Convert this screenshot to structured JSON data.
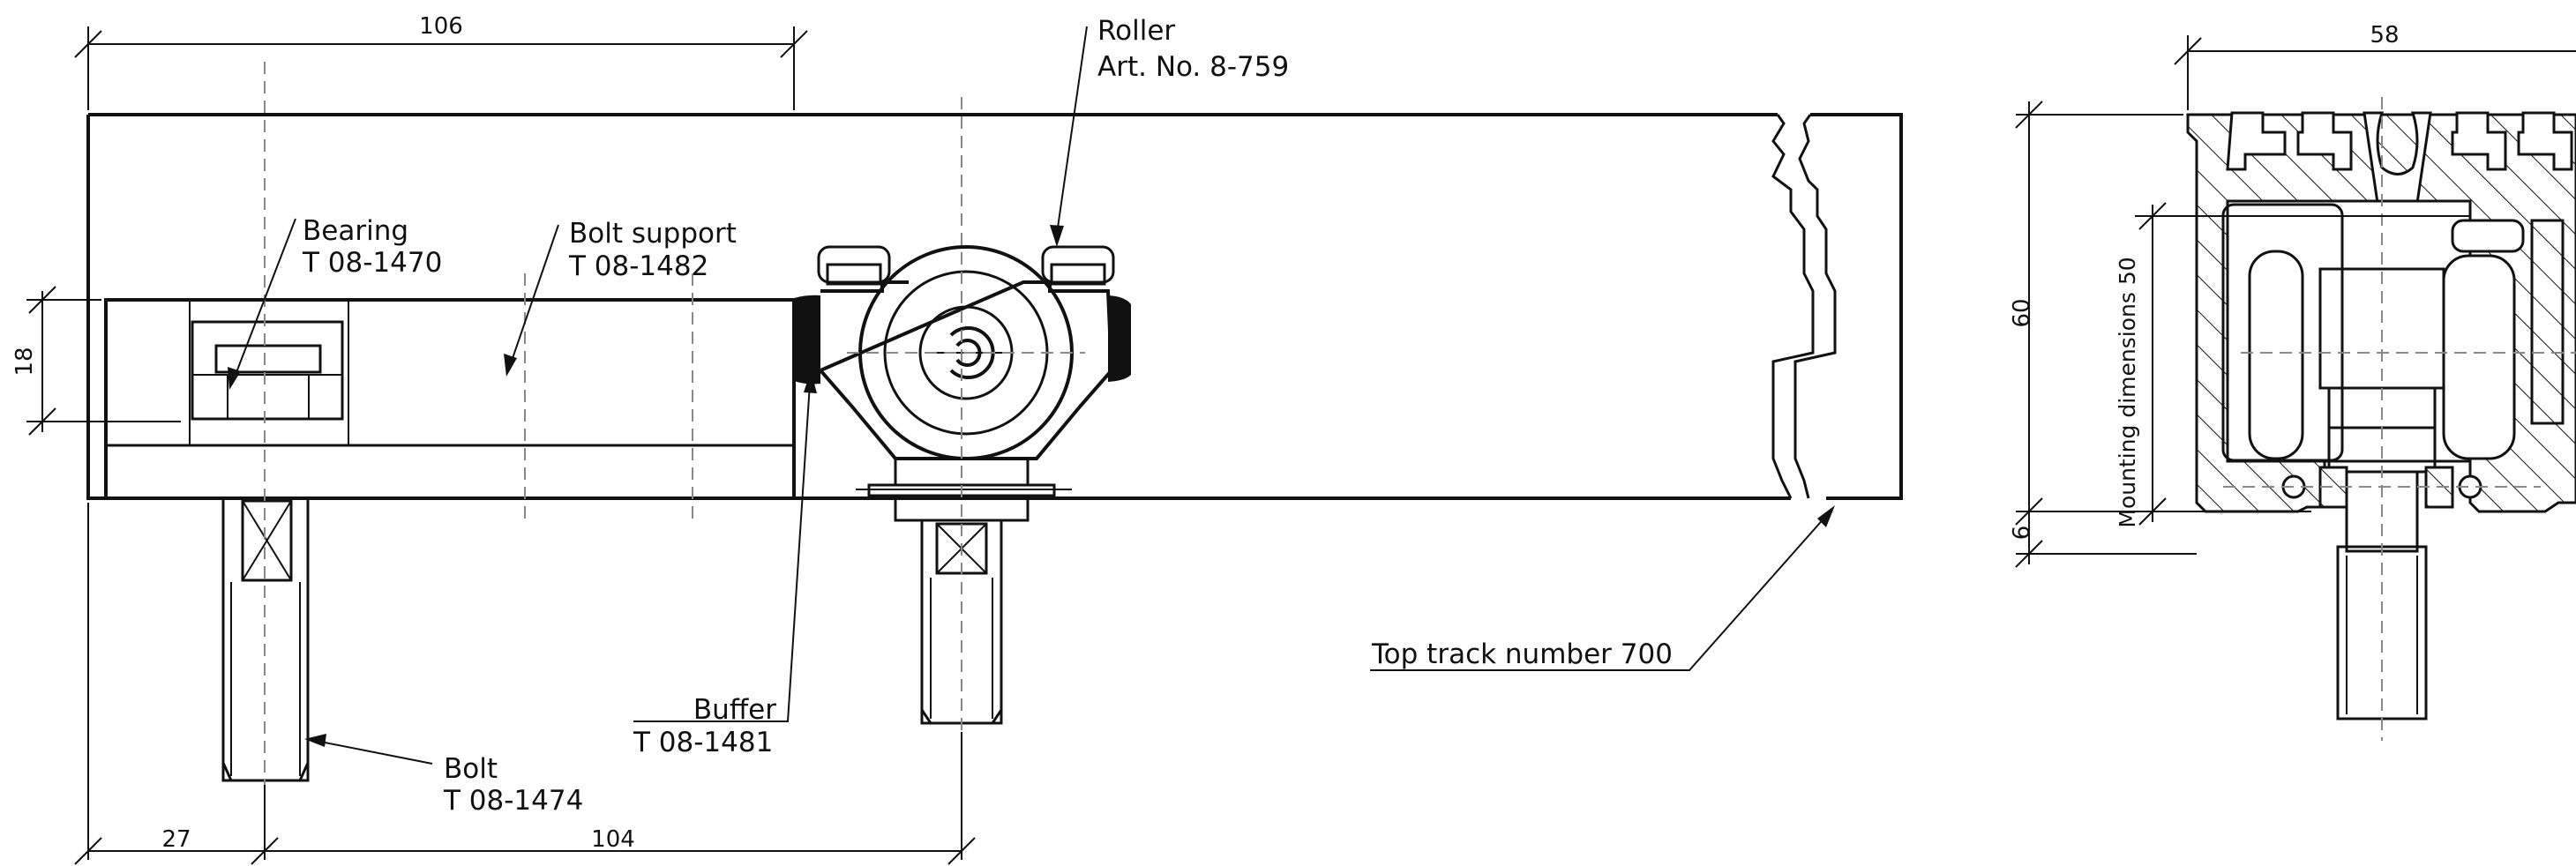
{
  "dimensions": {
    "overall_length": "106",
    "profile_width": "58",
    "left_height": "18",
    "profile_height": "60",
    "base_offset": "6",
    "bottom_left": "27",
    "bottom_right": "104",
    "mounting": "Mounting dimensions 50"
  },
  "labels": {
    "roller_name": "Roller",
    "roller_art": "Art. No. 8-759",
    "bearing_name": "Bearing",
    "bearing_code": "T 08-1470",
    "bolt_support_name": "Bolt support",
    "bolt_support_code": "T 08-1482",
    "buffer_name": "Buffer",
    "buffer_code": "T 08-1481",
    "bolt_name": "Bolt",
    "bolt_code": "T 08-1474",
    "top_track": "Top track number 700"
  }
}
